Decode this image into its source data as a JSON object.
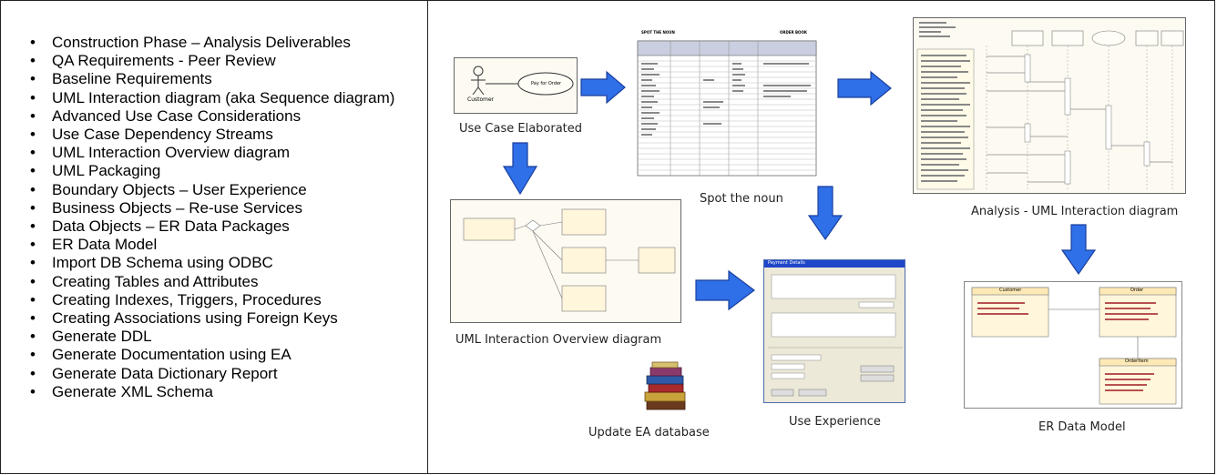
{
  "list_items": [
    "Construction Phase – Analysis Deliverables",
    "QA Requirements - Peer Review",
    "Baseline Requirements",
    "UML Interaction diagram (aka Sequence diagram)",
    "Advanced Use Case Considerations",
    "Use Case Dependency Streams",
    "UML Interaction Overview diagram",
    "UML Packaging",
    "Boundary Objects – User Experience",
    "Business Objects – Re-use Services",
    "Data Objects – ER Data Packages",
    "ER Data Model",
    "Import DB Schema using ODBC",
    "Creating Tables and Attributes",
    "Creating Indexes, Triggers, Procedures",
    "Creating Associations using Foreign Keys",
    "Generate DDL",
    "Generate Documentation using EA",
    "Generate Data Dictionary Report",
    "Generate XML Schema"
  ],
  "diagram": {
    "use_case": {
      "label": "Use Case Elaborated",
      "actor": "Customer",
      "usecase": "Pay for Order"
    },
    "spot_noun": {
      "label": "Spot the noun",
      "title_left": "SPOT THE NOUN",
      "title_right": "ORDER BOOK"
    },
    "interaction": {
      "label": "Analysis - UML Interaction diagram"
    },
    "overview": {
      "label": "UML Interaction Overview diagram"
    },
    "ux": {
      "label": "Use Experience",
      "window_title": "Payment Details"
    },
    "er": {
      "label": "ER Data Model",
      "entities": [
        "Customer",
        "Order",
        "OrderItem"
      ]
    },
    "update_ea": {
      "label": "Update EA database"
    }
  },
  "colors": {
    "arrow_fill": "#2f6fe8",
    "arrow_stroke": "#1a3f9c"
  }
}
